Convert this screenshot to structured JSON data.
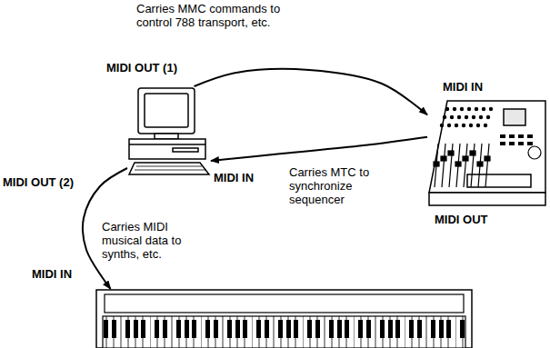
{
  "diagram": {
    "nodes": [
      {
        "text": [
          "MIDI OUT (1)",
          "MIDI IN",
          "MIDI OUT (2)"
        ]
      },
      {
        "text": [
          "MIDI IN",
          "MIDI OUT"
        ]
      },
      {
        "text": [
          "MIDI IN"
        ]
      }
    ],
    "edges": [
      {
        "from": 0,
        "to": 1,
        "arrow": "to",
        "label": "Carries MMC commands to control 788 transport, etc."
      },
      {
        "from": 1,
        "to": 0,
        "arrow": "to",
        "label": "Carries MTC to synchronize sequencer"
      },
      {
        "from": 0,
        "to": 2,
        "arrow": "to",
        "label": "Carries MIDI musical data to synths, etc."
      }
    ]
  }
}
